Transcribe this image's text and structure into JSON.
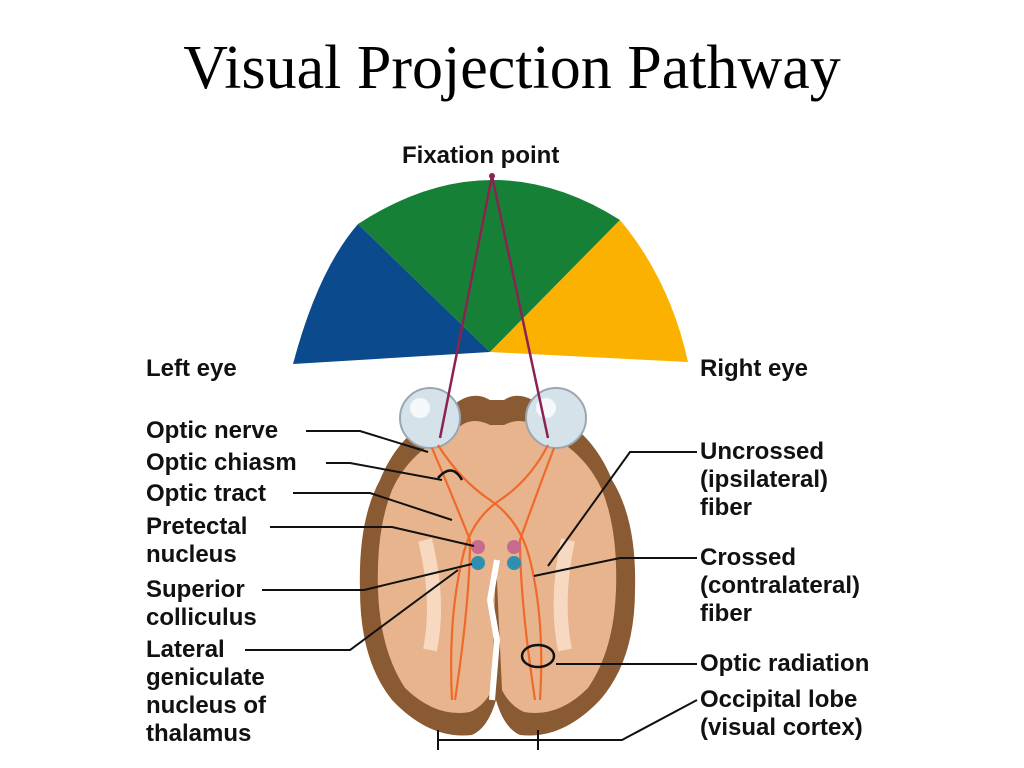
{
  "title": "Visual Projection Pathway",
  "figure": {
    "fixation": "Fixation point",
    "left_eye": "Left eye",
    "right_eye": "Right eye",
    "left_labels": {
      "optic_nerve": "Optic nerve",
      "optic_chiasm": "Optic chiasm",
      "optic_tract": "Optic tract",
      "pretectal": [
        "Pretectal",
        "nucleus"
      ],
      "superior": [
        "Superior",
        "colliculus"
      ],
      "lateral": [
        "Lateral",
        "geniculate",
        "nucleus of",
        "thalamus"
      ]
    },
    "right_labels": {
      "uncrossed": [
        "Uncrossed",
        "(ipsilateral)",
        "fiber"
      ],
      "crossed": [
        "Crossed",
        "(contralateral)",
        "fiber"
      ],
      "radiation": "Optic radiation",
      "occipital": [
        "Occipital lobe",
        "(visual cortex)"
      ]
    },
    "colors": {
      "left_field": "#0b4a8c",
      "center_field": "#168037",
      "right_field": "#fbb100",
      "brain_outer": "#8a5a33",
      "brain_inner": "#e7b48d",
      "fiber": "#ef6a2a",
      "fixation_line": "#8b2252"
    }
  }
}
